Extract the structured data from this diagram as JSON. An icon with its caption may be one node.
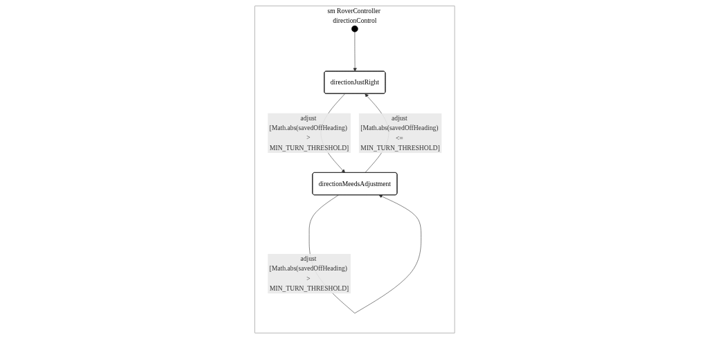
{
  "diagram": {
    "nodes": [
      {
        "text": [
          "sm RoverController directionControl"
        ]
      },
      {
        "text": [],
        "shape": "circle",
        "in": 0
      },
      {
        "text": [
          "directionJustRight"
        ],
        "in": 0
      },
      {
        "text": [
          "directionMeedsAdjustment"
        ],
        "in": 0
      }
    ],
    "edges": [
      {
        "from": 1,
        "to": 2,
        "arrow": "to"
      },
      {
        "from": 2,
        "to": 3,
        "arrow": "to",
        "label": "adjust [Math.abs(savedOffHeading) > MIN_TURN_THRESHOLD]"
      },
      {
        "from": 3,
        "to": 2,
        "arrow": "to",
        "label": "adjust [Math.abs(savedOffHeading) <= MIN_TURN_THRESHOLD]"
      },
      {
        "from": 3,
        "to": 3,
        "arrow": "to",
        "label": "adjust [Math.abs(savedOffHeading) > MIN_TURN_THRESHOLD]"
      }
    ]
  }
}
